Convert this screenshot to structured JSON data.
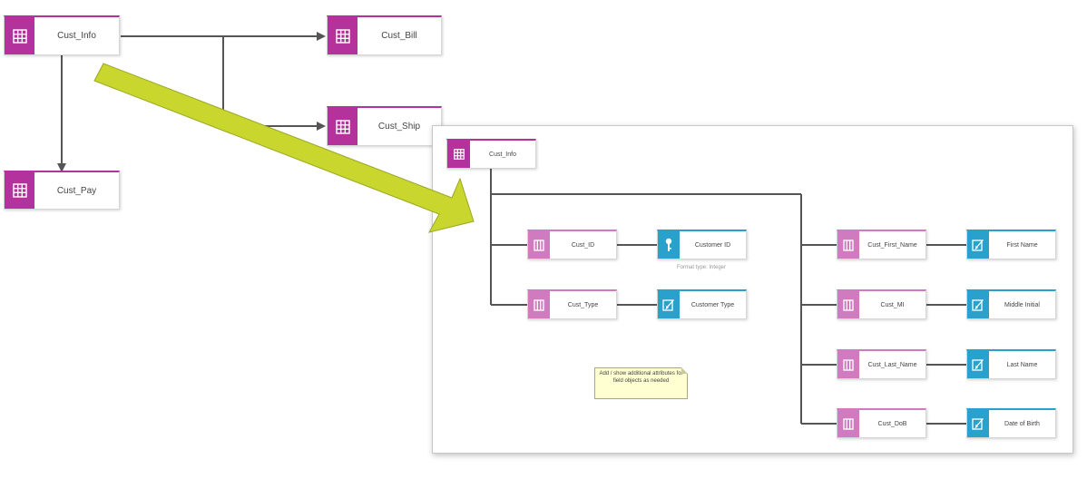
{
  "colors": {
    "table": "#b3329c",
    "field": "#d07ac0",
    "attribute": "#2aa0cc",
    "connector": "#555555",
    "arrow": "#c8d62e",
    "note": "#ffffd2"
  },
  "overview": {
    "cust_info": "Cust_Info",
    "cust_bill": "Cust_Bill",
    "cust_ship": "Cust_Ship",
    "cust_pay": "Cust_Pay"
  },
  "detail": {
    "cust_info": "Cust_Info",
    "fields_left": [
      {
        "field": "Cust_ID",
        "attribute": "Customer ID",
        "attribute_icon": "key-icon"
      },
      {
        "field": "Cust_Type",
        "attribute": "Customer Type",
        "attribute_icon": "edit-icon"
      }
    ],
    "fields_right": [
      {
        "field": "Cust_First_Name",
        "attribute": "First Name",
        "attribute_icon": "edit-icon"
      },
      {
        "field": "Cust_MI",
        "attribute": "Middle Initial",
        "attribute_icon": "edit-icon"
      },
      {
        "field": "Cust_Last_Name",
        "attribute": "Last Name",
        "attribute_icon": "edit-icon"
      },
      {
        "field": "Cust_DoB",
        "attribute": "Date of Birth",
        "attribute_icon": "edit-icon"
      }
    ],
    "caption": "Format type: Integer",
    "note": "Add / show additional attributes for field objects as needed"
  }
}
